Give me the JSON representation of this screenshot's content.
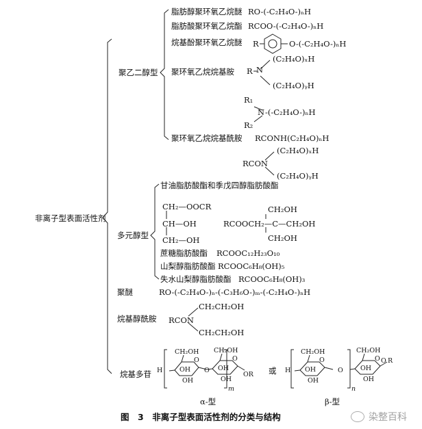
{
  "root": "非离子型表面活性剂",
  "classes": {
    "peg": "聚乙二醇型",
    "polyol": "多元醇型",
    "polyether": "聚醚",
    "alkanolamide": "烷基醇酰胺",
    "apg": "烷基多苷"
  },
  "peg": {
    "aeo_name": "脂肪醇聚环氧乙烷醚",
    "aeo_formula": "RO-(-C₂H₄O-)ₙH",
    "ester_name": "脂肪酸聚环氧乙烷酯",
    "ester_formula": "RCOO-(-C₂H₄O-)ₙH",
    "phenol_name": "烷基酚聚环氧乙烷醚",
    "phenol_r": "R",
    "phenol_chain": "O-(-C₂H₄O-)ₙH",
    "amine_name": "聚环氧乙烷烷基胺",
    "amine_r": "R",
    "amine_n": "N",
    "amine_top": "(C₂H₄O)ₓH",
    "amine_bottom": "(C₂H₄O)ᵧH",
    "quat_r1": "R₁",
    "quat_r2": "R₂",
    "quat_n": "N",
    "quat_chain": "-(-C₂H₄O-)ₙH",
    "amide_name": "聚环氧乙烷烷基酰胺",
    "amide_formula": "RCONH(C₂H₄O)ₙH",
    "amide2_rcon": "RCON",
    "amide2_top": "(C₂H₄O)ₓH",
    "amide2_bottom": "(C₂H₄O)ᵧH"
  },
  "polyol": {
    "glycerol_name": "甘油脂肪酸酯和季戊四醇脂肪酸酯",
    "gly_l1": "CH₂—OOCR",
    "gly_l2": "CH—OH",
    "gly_l3": "CH₂—OH",
    "pe_top": "CH₂OH",
    "pe_mid_left": "RCOOCH₂—C—CH₂OH",
    "pe_bottom": "CH₂OH",
    "sucrose_name": "蔗糖脂肪酸酯",
    "sucrose_formula": "RCOOC₁₂H₂₃O₁₀",
    "sorbitol_name": "山梨醇脂肪酸酯",
    "sorbitol_formula": "RCOOC₆H₈(OH)₅",
    "sorbitan_name": "失水山梨醇脂肪酸酯",
    "sorbitan_formula": "RCOOC₆H₈(OH)₃"
  },
  "polyether": {
    "formula": "RO-(-C₂H₄O-)ₙ-(-C₃H₆O-)ₘ-(-C₂H₄O-)ₙH"
  },
  "alkanolamide": {
    "rcon": "RCON",
    "top": "CH₂CH₂OH",
    "bottom": "CH₂CH₂OH"
  },
  "apg": {
    "h": "H",
    "ch2oh": "CH₂OH",
    "oh": "OH",
    "o": "O",
    "or": "OR",
    "or2": "R",
    "m": "m",
    "n": "n",
    "or_word": "或",
    "alpha": "α-型",
    "beta": "β-型"
  },
  "caption": "图　3　非离子型表面活性剂的分类与结构",
  "watermark": "染整百科"
}
